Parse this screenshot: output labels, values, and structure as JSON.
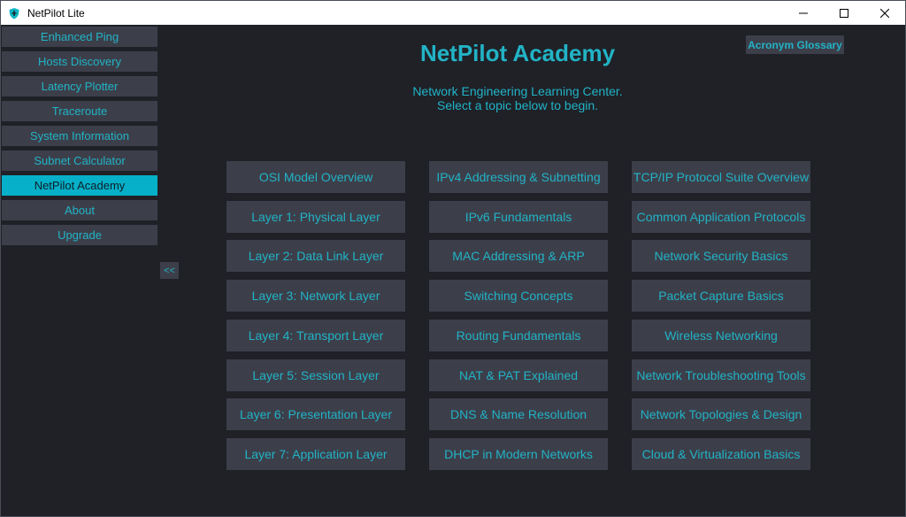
{
  "window": {
    "title": "NetPilot Lite"
  },
  "sidebar": {
    "items": [
      {
        "label": "Enhanced Ping"
      },
      {
        "label": "Hosts Discovery"
      },
      {
        "label": "Latency Plotter"
      },
      {
        "label": "Traceroute"
      },
      {
        "label": "System Information"
      },
      {
        "label": "Subnet Calculator"
      },
      {
        "label": "NetPilot Academy",
        "active": true
      },
      {
        "label": "About"
      },
      {
        "label": "Upgrade"
      }
    ],
    "collapse_label": "<<"
  },
  "main": {
    "title": "NetPilot Academy",
    "subtitle_line1": "Network Engineering Learning Center.",
    "subtitle_line2": "Select a topic below to begin.",
    "glossary_label": "Acronym Glossary",
    "topics": [
      [
        "OSI Model Overview",
        "IPv4 Addressing & Subnetting",
        "TCP/IP Protocol Suite Overview"
      ],
      [
        "Layer 1: Physical Layer",
        "IPv6 Fundamentals",
        "Common Application Protocols"
      ],
      [
        "Layer 2: Data Link Layer",
        "MAC Addressing & ARP",
        "Network Security Basics"
      ],
      [
        "Layer 3: Network Layer",
        "Switching Concepts",
        "Packet Capture Basics"
      ],
      [
        "Layer 4: Transport Layer",
        "Routing Fundamentals",
        "Wireless Networking"
      ],
      [
        "Layer 5: Session Layer",
        "NAT & PAT Explained",
        "Network Troubleshooting Tools"
      ],
      [
        "Layer 6: Presentation Layer",
        "DNS & Name Resolution",
        "Network Topologies & Design"
      ],
      [
        "Layer 7: Application Layer",
        "DHCP in Modern Networks",
        "Cloud & Virtualization Basics"
      ]
    ]
  },
  "colors": {
    "accent": "#22b3c6",
    "active": "#06b0c8",
    "button_bg": "#3c3f4a",
    "background": "#1f2127"
  }
}
